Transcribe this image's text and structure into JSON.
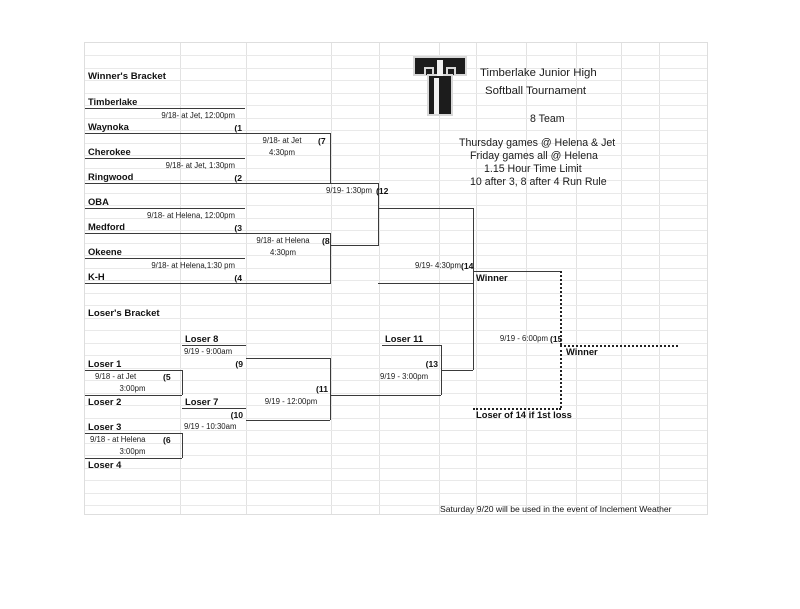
{
  "header": {
    "title_line1": "Timberlake Junior High",
    "title_line2": "Softball Tournament",
    "team_count": "8 Team",
    "note1": "Thursday games @ Helena & Jet",
    "note2": "Friday games all @ Helena",
    "note3": "1.15 Hour Time Limit",
    "note4": "10 after 3, 8 after 4 Run Rule",
    "logo_letter": "T"
  },
  "sections": {
    "winners": "Winner's Bracket",
    "losers": "Loser's Bracket"
  },
  "winners_bracket": {
    "teams": [
      "Timberlake",
      "Waynoka",
      "Cherokee",
      "Ringwood",
      "OBA",
      "Medford",
      "Okeene",
      "K-H"
    ],
    "games": [
      {
        "id": "1",
        "label": "9/18- at Jet, 12:00pm",
        "num": "(1"
      },
      {
        "id": "2",
        "label": "9/18- at Jet, 1:30pm",
        "num": "(2"
      },
      {
        "id": "3",
        "label": "9/18-  at Helena, 12:00pm",
        "num": "(3"
      },
      {
        "id": "4",
        "label": "9/18- at Helena,1:30 pm",
        "num": "(4"
      },
      {
        "id": "7",
        "label": "9/18- at Jet",
        "label2": "4:30pm",
        "num": "(7"
      },
      {
        "id": "8",
        "label": "9/18- at Helena",
        "label2": "4:30pm",
        "num": "(8"
      },
      {
        "id": "12",
        "label": "9/19- 1:30pm",
        "num": "(12"
      },
      {
        "id": "14",
        "label": "9/19- 4:30pm",
        "num": "(14"
      }
    ],
    "winner_label": "Winner"
  },
  "losers_bracket": {
    "slots": [
      "Loser 8",
      "Loser 1",
      "Loser 2",
      "Loser 7",
      "Loser 3",
      "Loser 4",
      "Loser 11"
    ],
    "games": [
      {
        "id": "5",
        "label": "9/18 - at Jet",
        "label2": "3:00pm",
        "num": "(5"
      },
      {
        "id": "6",
        "label": "9/18 - at Helena",
        "label2": "3:00pm",
        "num": "(6"
      },
      {
        "id": "9",
        "label": "9/19 - 9:00am",
        "num": "(9"
      },
      {
        "id": "10",
        "label": "9/19 - 10:30am",
        "num": "(10"
      },
      {
        "id": "11",
        "label": "9/19 - 12:00pm",
        "num": "(11"
      },
      {
        "id": "13",
        "label": "9/19 - 3:00pm",
        "num": "(13"
      },
      {
        "id": "15",
        "label": "9/19 - 6:00pm",
        "num": "(15"
      }
    ],
    "winner_label": "Winner",
    "if_first_loss": "Loser of 14 if 1st loss"
  },
  "footer": {
    "note": "Saturday 9/20 will be used in the event of Inclement Weather"
  }
}
